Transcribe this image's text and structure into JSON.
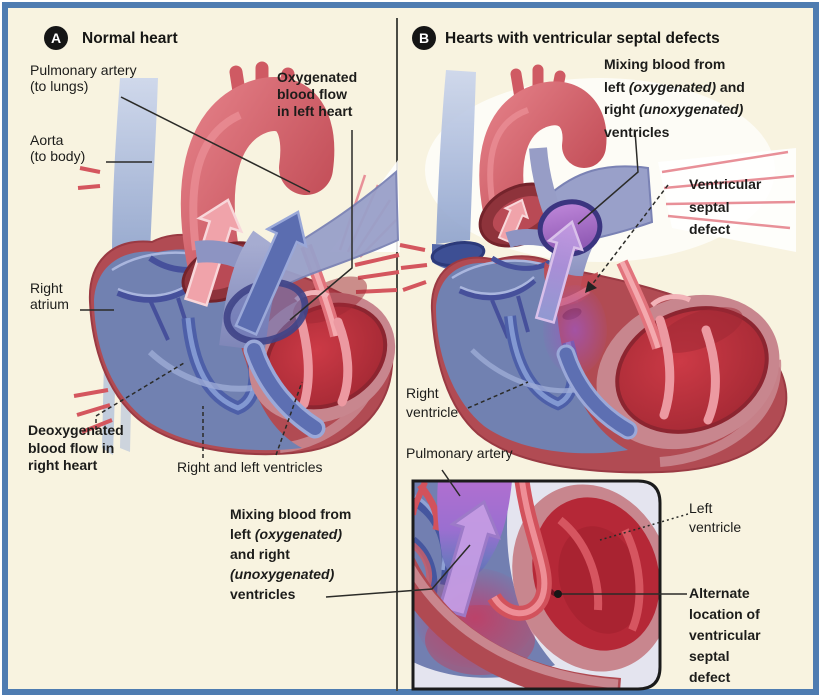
{
  "panel_a": {
    "badge": "A",
    "title": "Normal heart",
    "labels": {
      "pulmonary_artery_1": "Pulmonary artery",
      "pulmonary_artery_2": "(to lungs)",
      "aorta_1": "Aorta",
      "aorta_2": "(to body)",
      "oxygenated_1": "Oxygenated",
      "oxygenated_2": "blood flow",
      "oxygenated_3": "in left heart",
      "right_atrium_1": "Right",
      "right_atrium_2": "atrium",
      "deoxygenated_1": "Deoxygenated",
      "deoxygenated_2": "blood flow in",
      "deoxygenated_3": "right heart",
      "ventricles": "Right and left ventricles",
      "mixing_1": "Mixing blood from",
      "mixing_2a": "left ",
      "mixing_2b": "(oxygenated)",
      "mixing_3": "and right",
      "mixing_4": "(unoxygenated)",
      "mixing_5": "ventricles"
    }
  },
  "panel_b": {
    "badge": "B",
    "title": "Hearts with ventricular septal defects",
    "labels": {
      "mixing_1": "Mixing blood from",
      "mixing_2a": "left ",
      "mixing_2b": "(oxygenated)",
      "mixing_2c": " and",
      "mixing_3a": "right ",
      "mixing_3b": "(unoxygenated)",
      "mixing_4": "ventricles",
      "vsd_1": "Ventricular",
      "vsd_2": "septal",
      "vsd_3": "defect",
      "right_ventricle_1": "Right",
      "right_ventricle_2": "ventricle",
      "pulmonary_artery": "Pulmonary artery",
      "left_ventricle_1": "Left",
      "left_ventricle_2": "ventricle",
      "alternate_1": "Alternate",
      "alternate_2": "location of",
      "alternate_3": "ventricular",
      "alternate_4": "septal",
      "alternate_5": "defect"
    }
  },
  "colors": {
    "frame_border": "#4e7cb1",
    "background": "#f8f3e0",
    "oxygenated_red": "#c2333f",
    "deoxygenated_blue": "#7181b1",
    "mixed_purple": "#a26cc6",
    "label_text": "#1c1c1a"
  }
}
